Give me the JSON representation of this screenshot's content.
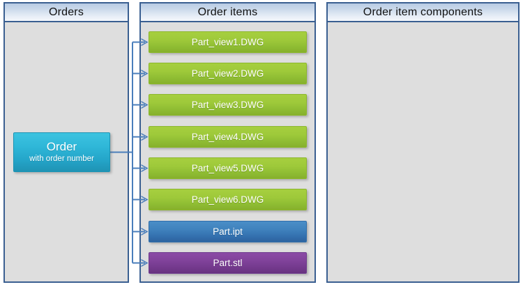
{
  "panels": [
    {
      "id": "orders",
      "title": "Orders"
    },
    {
      "id": "order-items",
      "title": "Order items"
    },
    {
      "id": "order-item-components",
      "title": "Order item components"
    }
  ],
  "order_node": {
    "title": "Order",
    "subtitle": "with  order number"
  },
  "order_items": [
    {
      "label": "Part_view1.DWG",
      "color": "green",
      "hex": "#9ec93a"
    },
    {
      "label": "Part_view2.DWG",
      "color": "green",
      "hex": "#9ec93a"
    },
    {
      "label": "Part_view3.DWG",
      "color": "green",
      "hex": "#9ec93a"
    },
    {
      "label": "Part_view4.DWG",
      "color": "green",
      "hex": "#9ec93a"
    },
    {
      "label": "Part_view5.DWG",
      "color": "green",
      "hex": "#9ec93a"
    },
    {
      "label": "Part_view6.DWG",
      "color": "green",
      "hex": "#9ec93a"
    },
    {
      "label": "Part.ipt",
      "color": "blue",
      "hex": "#3f82bd"
    },
    {
      "label": "Part.stl",
      "color": "purple",
      "hex": "#80429a"
    }
  ],
  "order_item_components": [],
  "colors": {
    "panel_border": "#3a5f91",
    "panel_background": "#dedede",
    "header_gradient_top": "#b8cbe4",
    "header_gradient_bottom": "#f4f7fb",
    "connector": "#4a7ebb",
    "order_node": "#2fb7d8"
  }
}
